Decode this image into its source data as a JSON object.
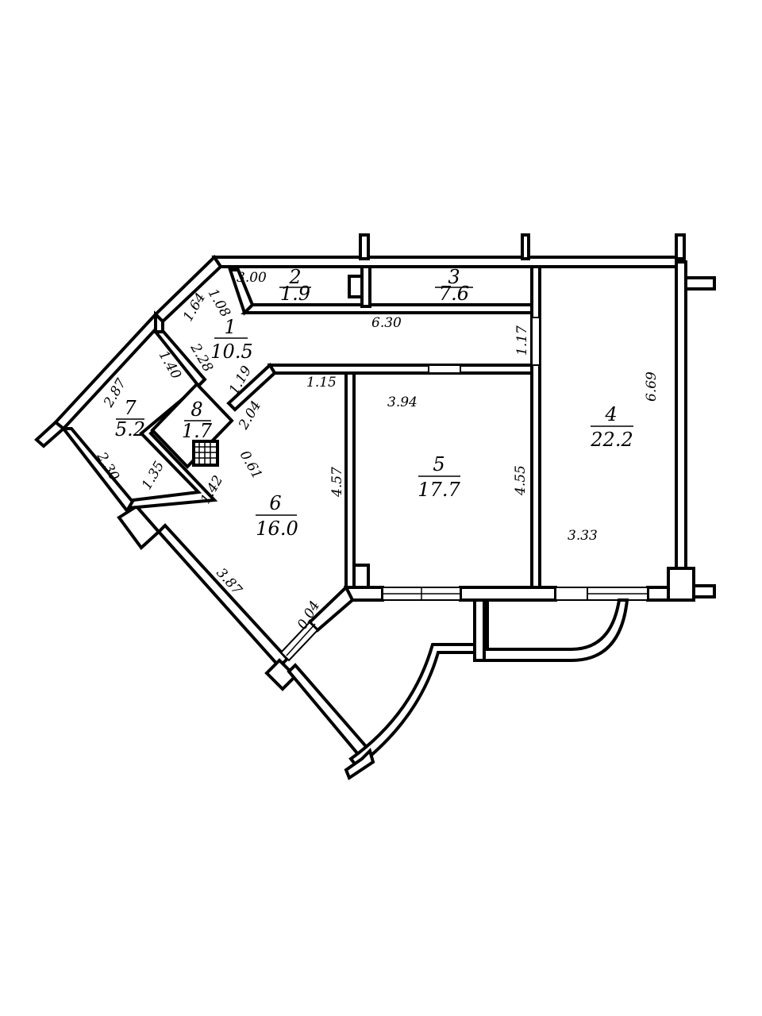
{
  "rooms": [
    {
      "number": "1",
      "area": "10.5"
    },
    {
      "number": "2",
      "area": "1.9"
    },
    {
      "number": "3",
      "area": "7.6"
    },
    {
      "number": "4",
      "area": "22.2"
    },
    {
      "number": "5",
      "area": "17.7"
    },
    {
      "number": "6",
      "area": "16.0"
    },
    {
      "number": "7",
      "area": "5.2"
    },
    {
      "number": "8",
      "area": "1.7"
    }
  ],
  "dimensions": {
    "d_300": "3.00",
    "d_630": "6.30",
    "d_117": "1.17",
    "d_164": "1.64",
    "d_108": "1.08",
    "d_228": "2.28",
    "d_140": "1.40",
    "d_119": "1.19",
    "d_115": "1.15",
    "d_204": "2.04",
    "d_287": "2.87",
    "d_230": "2.30",
    "d_135": "1.35",
    "d_061": "0.61",
    "d_142": "1.42",
    "d_457": "4.57",
    "d_394": "3.94",
    "d_455": "4.55",
    "d_669": "6.69",
    "d_333": "3.33",
    "d_387": "3.87",
    "d_004": "0.04"
  }
}
